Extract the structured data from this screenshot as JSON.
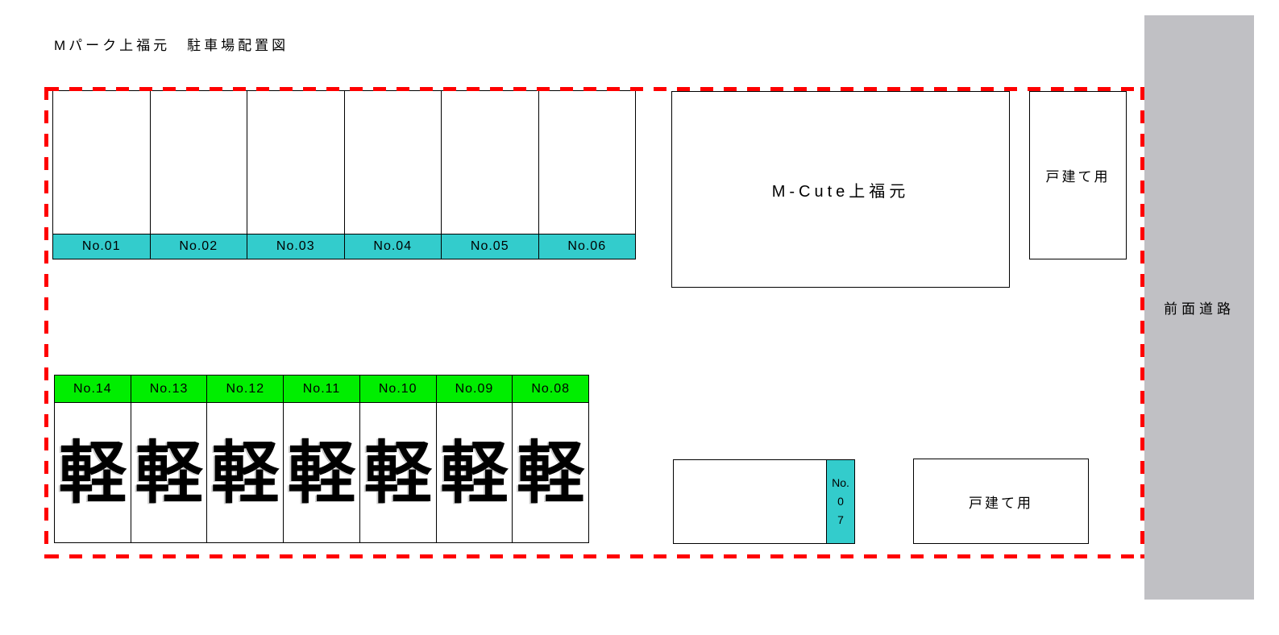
{
  "title": "Mパーク上福元　駐車場配置図",
  "colors": {
    "space_label_cyan": "#33CCCC",
    "space_label_green": "#00EE00",
    "road_gray": "#C0C0C4",
    "boundary_red": "#FF0000"
  },
  "top_row": {
    "spaces": [
      {
        "label": "No.01"
      },
      {
        "label": "No.02"
      },
      {
        "label": "No.03"
      },
      {
        "label": "No.04"
      },
      {
        "label": "No.05"
      },
      {
        "label": "No.06"
      }
    ]
  },
  "bottom_row": {
    "kei_mark": "軽",
    "spaces": [
      {
        "label": "No.14"
      },
      {
        "label": "No.13"
      },
      {
        "label": "No.12"
      },
      {
        "label": "No.11"
      },
      {
        "label": "No.10"
      },
      {
        "label": "No.09"
      },
      {
        "label": "No.08"
      }
    ]
  },
  "building": {
    "label": "M-Cute上福元"
  },
  "detached_house_top": {
    "label": "戸建て用"
  },
  "detached_house_bottom": {
    "label": "戸建て用"
  },
  "space_07": {
    "lines": [
      "No.",
      "0",
      "7"
    ]
  },
  "road": {
    "label": "前面道路"
  }
}
